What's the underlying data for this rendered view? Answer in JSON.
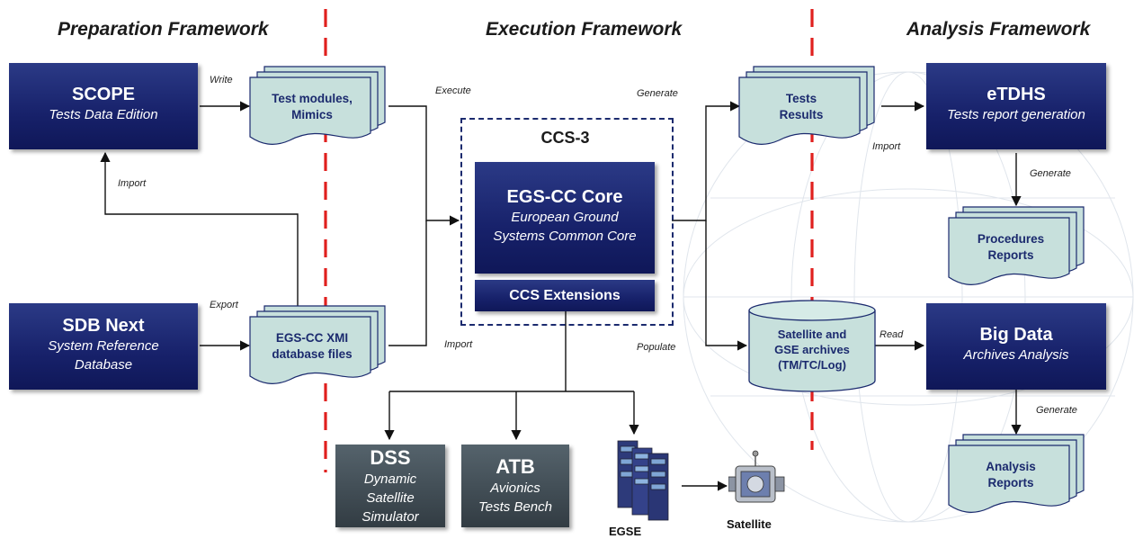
{
  "frameworks": {
    "preparation": "Preparation Framework",
    "execution": "Execution Framework",
    "analysis": "Analysis Framework"
  },
  "boxes": {
    "scope": {
      "title": "SCOPE",
      "subtitle": "Tests Data Edition"
    },
    "sdb": {
      "title": "SDB Next",
      "sub1": "System Reference",
      "sub2": "Database"
    },
    "egscc": {
      "title": "EGS-CC Core",
      "sub1": "European Ground",
      "sub2": "Systems Common Core"
    },
    "ccs_ext": {
      "title": "CCS Extensions"
    },
    "etdhs": {
      "title": "eTDHS",
      "subtitle": "Tests report generation"
    },
    "bigdata": {
      "title": "Big Data",
      "subtitle": "Archives Analysis"
    },
    "dss": {
      "title": "DSS",
      "sub1": "Dynamic",
      "sub2": "Satellite",
      "sub3": "Simulator"
    },
    "atb": {
      "title": "ATB",
      "sub1": "Avionics",
      "sub2": "Tests Bench"
    }
  },
  "ccs3_label": "CCS-3",
  "docs": {
    "test_modules": {
      "line1": "Test modules,",
      "line2": "Mimics"
    },
    "xmi": {
      "line1": "EGS-CC XMI",
      "line2": "database files"
    },
    "results": {
      "line1": "Tests",
      "line2": "Results"
    },
    "procedures": {
      "line1": "Procedures",
      "line2": "Reports"
    },
    "analysis": {
      "line1": "Analysis",
      "line2": "Reports"
    }
  },
  "archive": {
    "line1": "Satellite and",
    "line2": "GSE archives",
    "line3": "(TM/TC/Log)"
  },
  "flow_labels": {
    "write": "Write",
    "import_scope": "Import",
    "export": "Export",
    "execute": "Execute",
    "import_xmi": "Import",
    "generate_results": "Generate",
    "populate": "Populate",
    "import_etdhs": "Import",
    "generate_procedures": "Generate",
    "read": "Read",
    "generate_analysis": "Generate"
  },
  "equipment": {
    "egse": "EGSE",
    "satellite": "Satellite"
  },
  "colors": {
    "navy": "#17216a",
    "slate": "#3c474e",
    "doc_fill": "#c7e0dc",
    "divider": "#e0201e"
  }
}
